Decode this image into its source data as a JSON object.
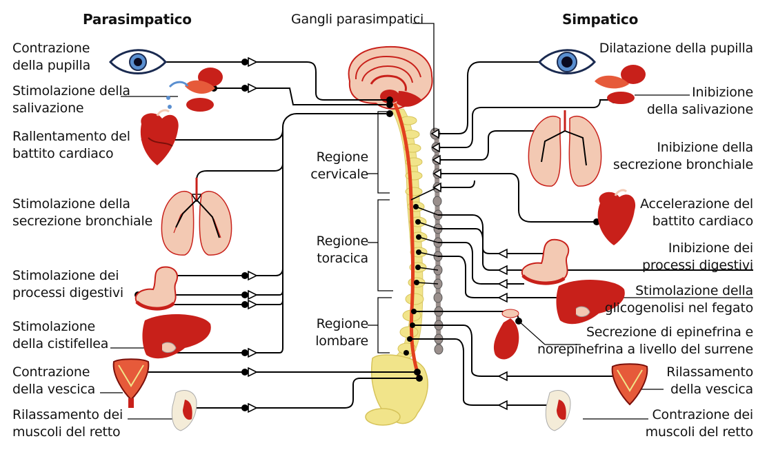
{
  "headers": {
    "parasympathetic": "Parasimpatico",
    "ganglia": "Gangli parasimpatici",
    "sympathetic": "Simpatico"
  },
  "regions": {
    "cervical": [
      "Regione",
      "cervicale"
    ],
    "thoracic": [
      "Regione",
      "toracica"
    ],
    "lumbar": [
      "Regione",
      "lombare"
    ]
  },
  "parasympathetic_effects": [
    [
      "Contrazione",
      "della pupilla"
    ],
    [
      "Stimolazione della",
      "salivazione"
    ],
    [
      "Rallentamento del",
      "battito cardiaco"
    ],
    [
      "Stimolazione della",
      "secrezione bronchiale"
    ],
    [
      "Stimolazione dei",
      "processi digestivi"
    ],
    [
      "Stimolazione",
      "della cistifellea"
    ],
    [
      "Contrazione",
      "della vescica"
    ],
    [
      "Rilassamento dei",
      "muscoli del retto"
    ]
  ],
  "sympathetic_effects": [
    [
      "Dilatazione della pupilla"
    ],
    [
      "Inibizione",
      "della salivazione"
    ],
    [
      "Inibizione della",
      "secrezione bronchiale"
    ],
    [
      "Accelerazione del",
      "battito cardiaco"
    ],
    [
      "Inibizione dei",
      "processi digestivi"
    ],
    [
      "Stimolazione della",
      "glicogenolisi nel fegato"
    ],
    [
      "Secrezione di epinefrina e",
      "norepinefrina a livello del surrene"
    ],
    [
      "Rilassamento",
      "della vescica"
    ],
    [
      "Contrazione dei",
      "muscoli del retto"
    ]
  ],
  "icons": [
    "eye-icon",
    "salivary-gland-icon",
    "heart-icon",
    "lungs-icon",
    "stomach-icon",
    "liver-icon",
    "bladder-icon",
    "rectum-icon",
    "adrenal-gland-icon",
    "brain-icon",
    "spinal-cord-icon",
    "sympathetic-chain-icon"
  ],
  "colors": {
    "organ_red": "#c8201a",
    "organ_light": "#f3c9b3",
    "spine_yellow": "#f1e48a",
    "spinal_cord": "#e2401e",
    "chain_gray": "#9a8f8c",
    "line": "#000000"
  }
}
